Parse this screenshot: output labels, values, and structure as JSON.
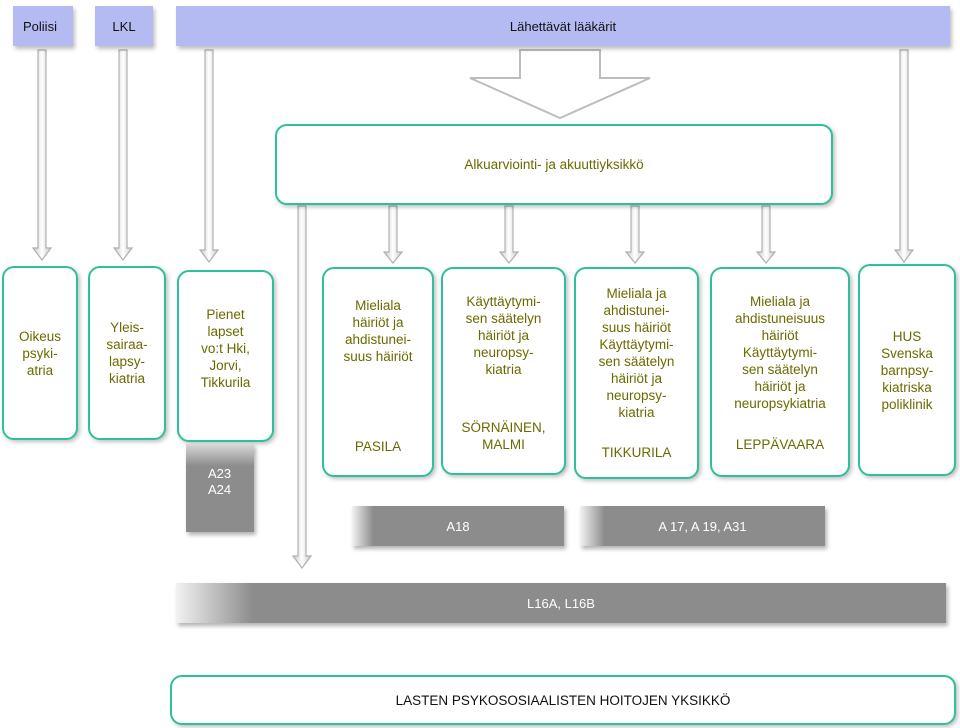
{
  "headers": {
    "poliisi": "Poliisi",
    "lkl": "LKL",
    "lahettavat": "Lähettävät lääkärit"
  },
  "intake_unit": "Alkuarviointi- ja akuuttiyksikkö",
  "units": {
    "oikeus": "Oikeus\npsyki-\natria",
    "yleis": "Yleis-\nsairaa-\nlapsy-\nkiatria",
    "pienet": "Pienet\nlapset\nvo:t Hki,\nJorvi,\nTikkurila",
    "pasila": {
      "desc": "Mieliala\nhäiriöt ja\nahdistunei-\nsuus häiriöt",
      "location": "PASILA"
    },
    "sornainen": {
      "desc": "Käyttäytymi-\nsen säätelyn\nhäiriöt ja\nneuropsy-\nkiatria",
      "location": "SÖRNÄINEN,\nMALMI"
    },
    "tikkurila": {
      "desc": "Mieliala ja\nahdistunei-\nsuus häiriöt\nKäyttäytymi-\nsen säätelyn\nhäiriöt ja\nneuropsy-\nkiatria",
      "location": "TIKKURILA"
    },
    "leppavaara": {
      "desc": "Mieliala ja\nahdistuneisuus\nhäiriöt\nKäyttäytymi-\nsen säätelyn\nhäiriöt ja\nneuropsykiatria",
      "location": "LEPPÄVAARA"
    },
    "hus": "HUS\nSvenska\nbarnpsy-\nkiatriska\npoliklinik"
  },
  "wards": {
    "a23_a24": "A23\nA24",
    "a18": "A18",
    "a17_a19_a31": "A 17, A 19, A31",
    "l16": "L16A, L16B"
  },
  "footer": "LASTEN PSYKOSOSIAALISTEN HOITOJEN YKSIKKÖ"
}
